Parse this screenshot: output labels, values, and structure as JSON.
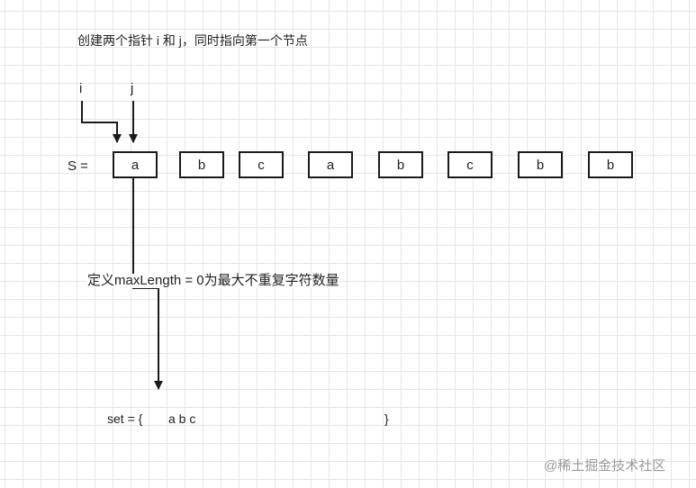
{
  "caption_top": "创建两个指针 i 和 j，同时指向第一个节点",
  "pointer_i": "i",
  "pointer_j": "j",
  "string_label": "S =",
  "cells": [
    "a",
    "b",
    "c",
    "a",
    "b",
    "c",
    "b",
    "b"
  ],
  "caption_mid": "定义maxLength = 0为最大不重复字符数量",
  "set_open": "set = {",
  "set_items": "a b c",
  "set_close": "}",
  "watermark": "@稀土掘金技术社区"
}
